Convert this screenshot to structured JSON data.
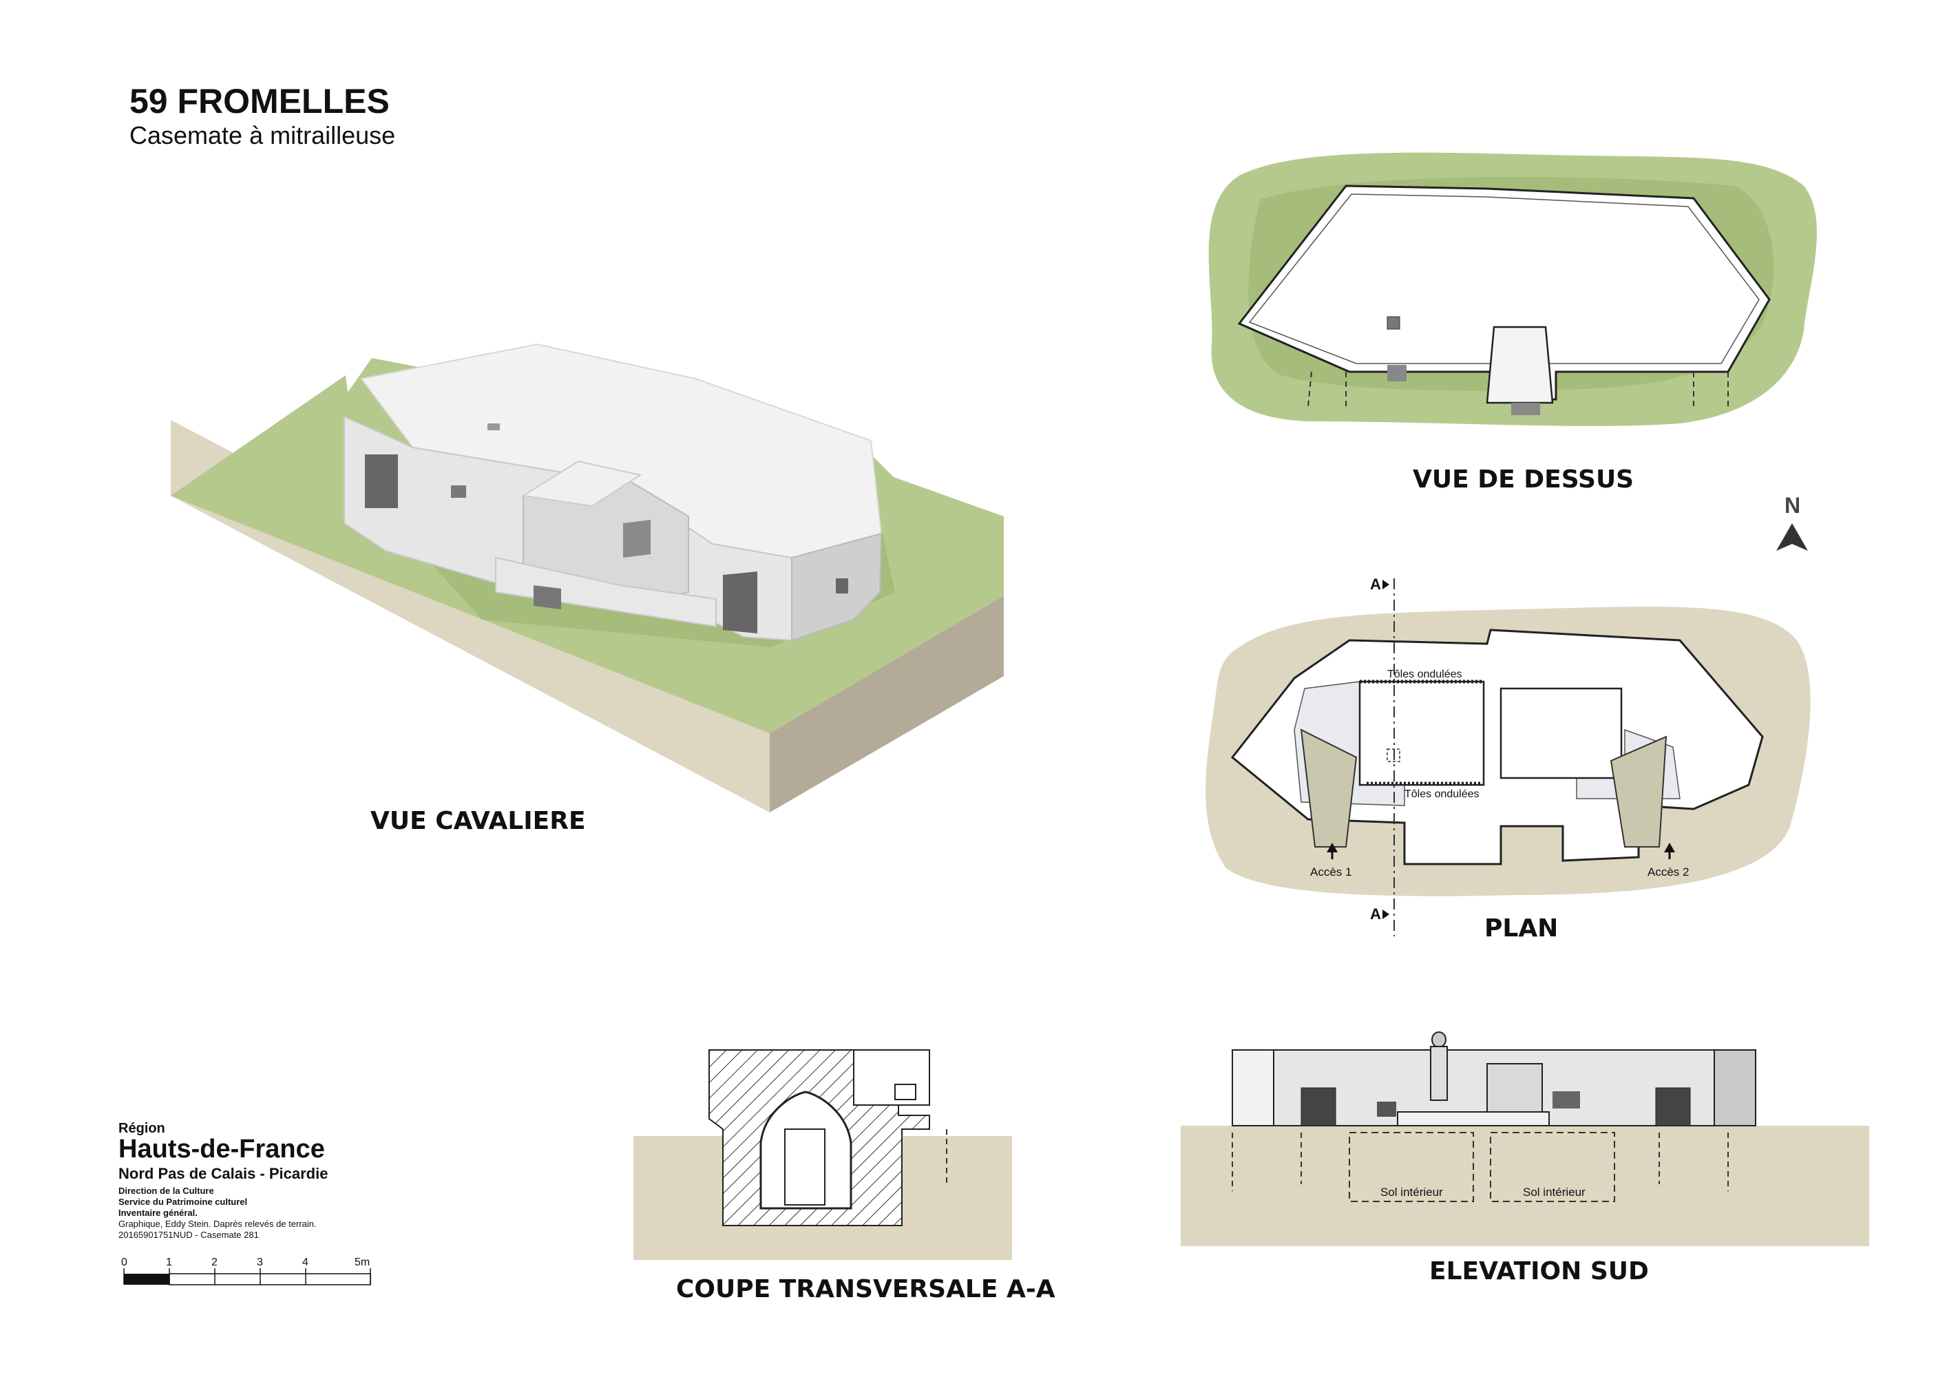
{
  "header": {
    "title": "59 FROMELLES",
    "subtitle": "Casemate à mitrailleuse"
  },
  "views": {
    "cavaliere": "VUE CAVALIERE",
    "dessus": "VUE DE DESSUS",
    "plan": "PLAN",
    "coupe": "COUPE TRANSVERSALE A-A",
    "elevation": "ELEVATION SUD"
  },
  "north": "N",
  "section_marker": "A",
  "plan_labels": {
    "toles_top": "Tôles ondulées",
    "toles_bottom": "Tôles ondulées",
    "acces1": "Accès 1",
    "acces2": "Accès 2"
  },
  "elevation_labels": {
    "sol1": "Sol intérieur",
    "sol2": "Sol intérieur"
  },
  "credits": {
    "region_label": "Région",
    "region_name": "Hauts-de-France",
    "region_sub": "Nord Pas de Calais - Picardie",
    "line1": "Direction de la Culture",
    "line2": "Service du Patrimoine culturel",
    "line3": "Inventaire général.",
    "line4": "Graphique, Eddy Stein. Daprès relevés de terrain.",
    "line5": "20165901751NUD - Casemate 281"
  },
  "scale": {
    "ticks": [
      "0",
      "1",
      "2",
      "3",
      "4",
      "5m"
    ]
  },
  "colors": {
    "grass": "#b5c98d",
    "grass_dark": "#98b06c",
    "earth": "#ddd6c1",
    "earth_dark": "#b3ab98",
    "concrete": "#f2f2f2",
    "concrete_shade": "#c9c9c9"
  }
}
